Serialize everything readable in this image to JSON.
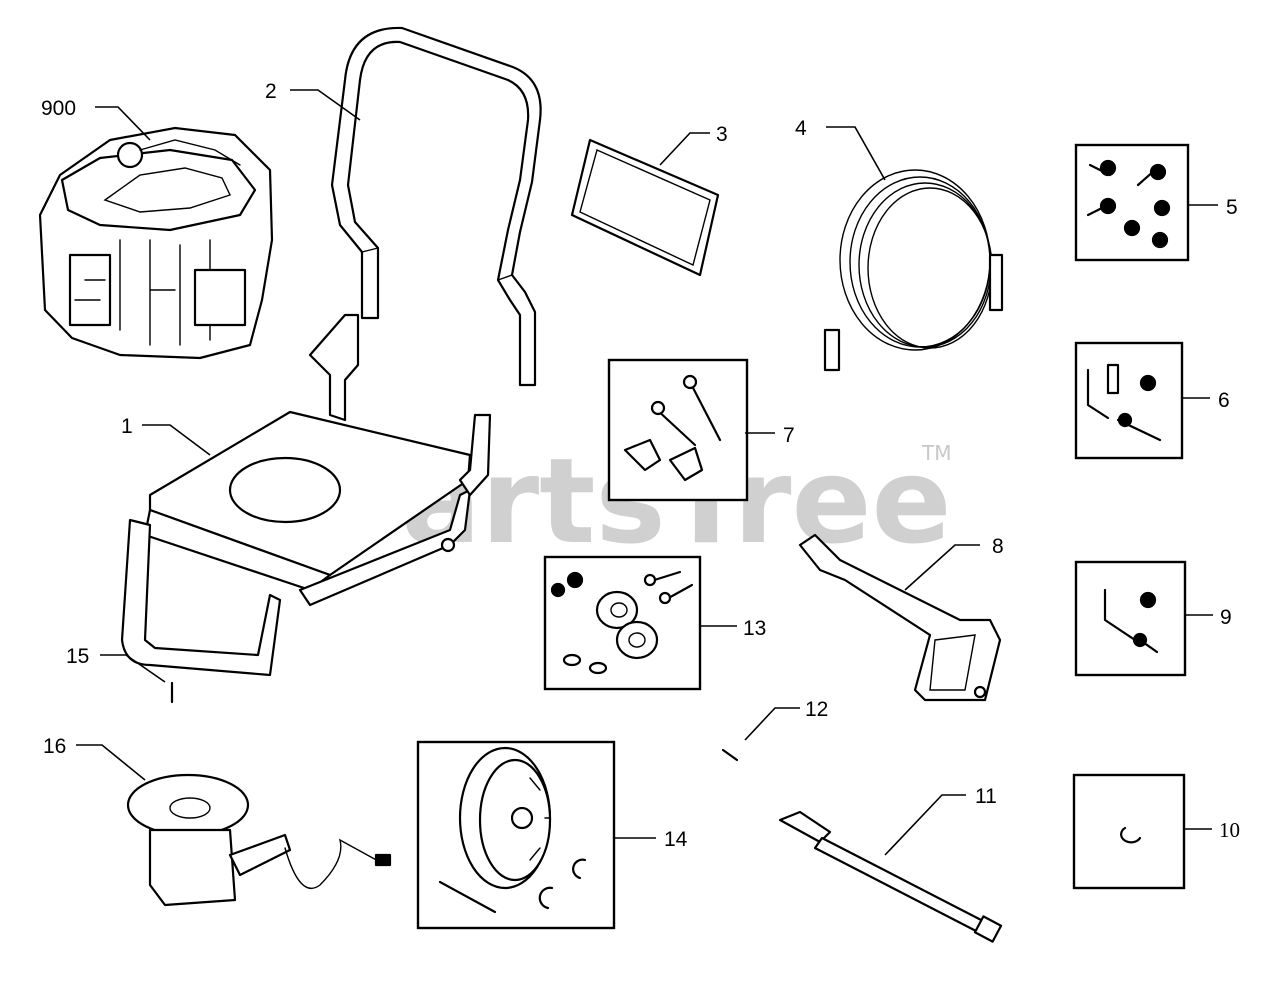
{
  "watermark": {
    "text": "PartsTree",
    "tm": "TM"
  },
  "callouts": {
    "c900": "900",
    "c1": "1",
    "c2": "2",
    "c3": "3",
    "c4": "4",
    "c5": "5",
    "c6": "6",
    "c7": "7",
    "c8": "8",
    "c9": "9",
    "c10": "10",
    "c11": "11",
    "c12": "12",
    "c13": "13",
    "c14": "14",
    "c15": "15",
    "c16": "16"
  }
}
